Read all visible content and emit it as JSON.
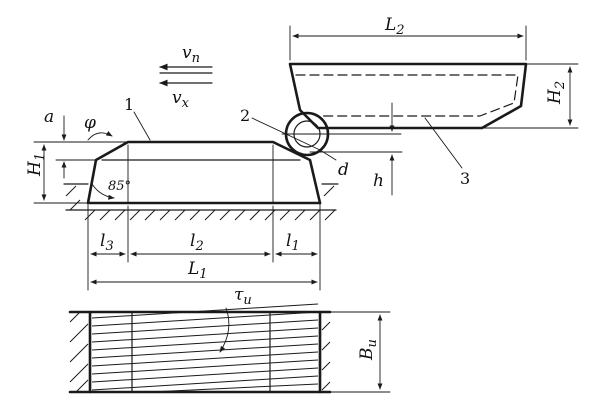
{
  "labels": {
    "L2": "L",
    "L2_sub": "2",
    "H2": "H",
    "H2_sub": "2",
    "vn": "v",
    "vn_sub": "n",
    "vx": "v",
    "vx_sub": "x",
    "a": "a",
    "phi": "φ",
    "H1": "H",
    "H1_sub": "1",
    "angle85": "85°",
    "d": "d",
    "h": "h",
    "l3": "l",
    "l3_sub": "3",
    "l2": "l",
    "l2_sub": "2",
    "l1": "l",
    "l1_sub": "1",
    "L1": "L",
    "L1_sub": "1",
    "tau": "τ",
    "tau_sub": "u",
    "B": "B",
    "B_sub": "u"
  },
  "callouts": {
    "c1": "1",
    "c2": "2",
    "c3": "3"
  }
}
